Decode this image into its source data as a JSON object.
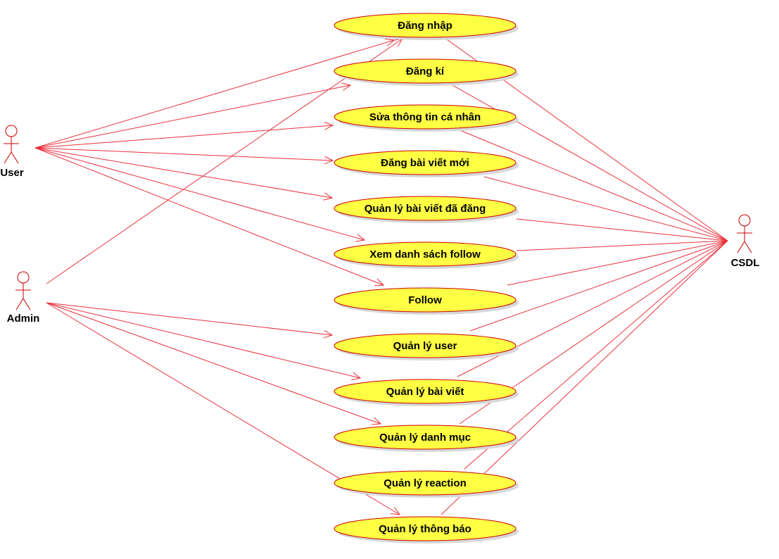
{
  "colors": {
    "line": "#e8303c",
    "usecase_fill": "#ffff44",
    "usecase_stroke": "#cc0000",
    "shadow": "#d8d8d8"
  },
  "actors": [
    {
      "id": "user",
      "label": "User"
    },
    {
      "id": "admin",
      "label": "Admin"
    },
    {
      "id": "csdl",
      "label": "CSDL"
    }
  ],
  "use_cases": [
    {
      "id": "dang-nhap",
      "label": "Đăng nhập"
    },
    {
      "id": "dang-ki",
      "label": "Đăng kí"
    },
    {
      "id": "sua-thong-tin",
      "label": "Sửa thông tin cá nhân"
    },
    {
      "id": "dang-bai-viet-moi",
      "label": "Đăng bài viết mới"
    },
    {
      "id": "quan-ly-bai-viet-da-dang",
      "label": "Quản lý bài viết đã đăng"
    },
    {
      "id": "xem-danh-sach-follow",
      "label": "Xem danh sách follow"
    },
    {
      "id": "follow",
      "label": "Follow"
    },
    {
      "id": "quan-ly-user",
      "label": "Quản lý user"
    },
    {
      "id": "quan-ly-bai-viet",
      "label": "Quản lý bài viết"
    },
    {
      "id": "quan-ly-danh-muc",
      "label": "Quản lý danh mục"
    },
    {
      "id": "quan-ly-reaction",
      "label": "Quản lý reaction"
    },
    {
      "id": "quan-ly-thong-bao",
      "label": "Quản lý thông báo"
    }
  ],
  "associations": [
    {
      "from": "user",
      "to": "dang-nhap"
    },
    {
      "from": "user",
      "to": "dang-ki"
    },
    {
      "from": "user",
      "to": "sua-thong-tin"
    },
    {
      "from": "user",
      "to": "dang-bai-viet-moi"
    },
    {
      "from": "user",
      "to": "quan-ly-bai-viet-da-dang"
    },
    {
      "from": "user",
      "to": "xem-danh-sach-follow"
    },
    {
      "from": "user",
      "to": "follow"
    },
    {
      "from": "admin",
      "to": "dang-nhap"
    },
    {
      "from": "admin",
      "to": "quan-ly-user"
    },
    {
      "from": "admin",
      "to": "quan-ly-bai-viet"
    },
    {
      "from": "admin",
      "to": "quan-ly-danh-muc"
    },
    {
      "from": "admin",
      "to": "quan-ly-thong-bao"
    },
    {
      "from": "dang-nhap",
      "to": "csdl"
    },
    {
      "from": "dang-ki",
      "to": "csdl"
    },
    {
      "from": "sua-thong-tin",
      "to": "csdl"
    },
    {
      "from": "dang-bai-viet-moi",
      "to": "csdl"
    },
    {
      "from": "quan-ly-bai-viet-da-dang",
      "to": "csdl"
    },
    {
      "from": "xem-danh-sach-follow",
      "to": "csdl"
    },
    {
      "from": "follow",
      "to": "csdl"
    },
    {
      "from": "quan-ly-user",
      "to": "csdl"
    },
    {
      "from": "quan-ly-bai-viet",
      "to": "csdl"
    },
    {
      "from": "quan-ly-danh-muc",
      "to": "csdl"
    },
    {
      "from": "quan-ly-reaction",
      "to": "csdl"
    },
    {
      "from": "quan-ly-thong-bao",
      "to": "csdl"
    }
  ]
}
